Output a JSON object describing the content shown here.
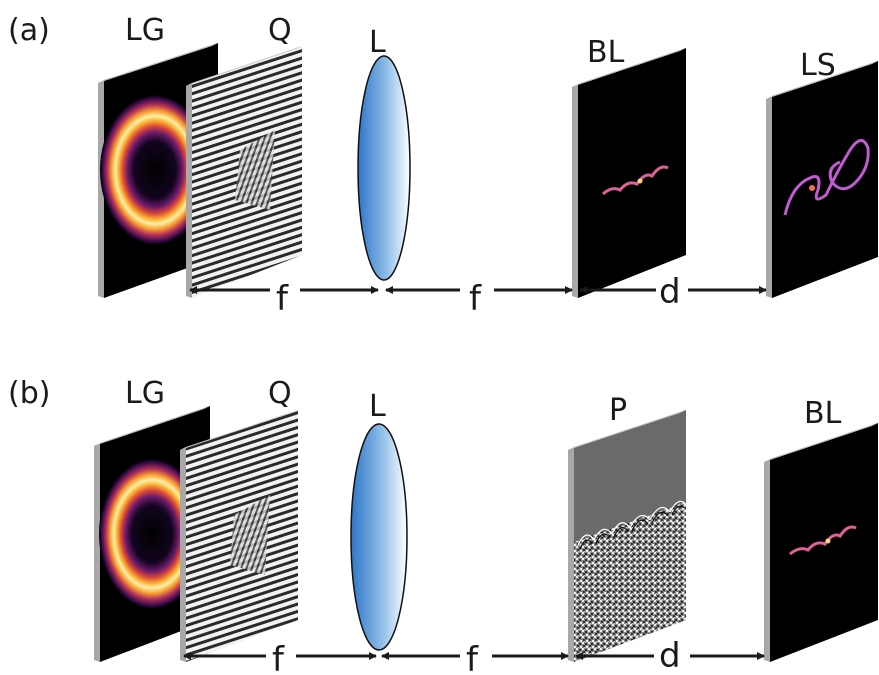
{
  "panels": [
    {
      "id": "a",
      "label": "(a)",
      "elements": {
        "lg": "LG",
        "q": "Q",
        "l": "L",
        "fourth": "BL",
        "fifth": "LS"
      },
      "distances": {
        "first": "f",
        "second": "f",
        "third": "d"
      },
      "fourth_plate_type": "beam",
      "fifth_plate_type": "spiral"
    },
    {
      "id": "b",
      "label": "(b)",
      "elements": {
        "lg": "LG",
        "q": "Q",
        "l": "L",
        "fourth": "P",
        "fifth": "BL"
      },
      "distances": {
        "first": "f",
        "second": "f",
        "third": "d"
      },
      "fourth_plate_type": "phase",
      "fifth_plate_type": "beam"
    }
  ],
  "colors": {
    "plate_black": "#000000",
    "frame_gray": "#a8a8a8",
    "lens_blue": "#3f86d2",
    "arrow": "#1a1a1a"
  }
}
